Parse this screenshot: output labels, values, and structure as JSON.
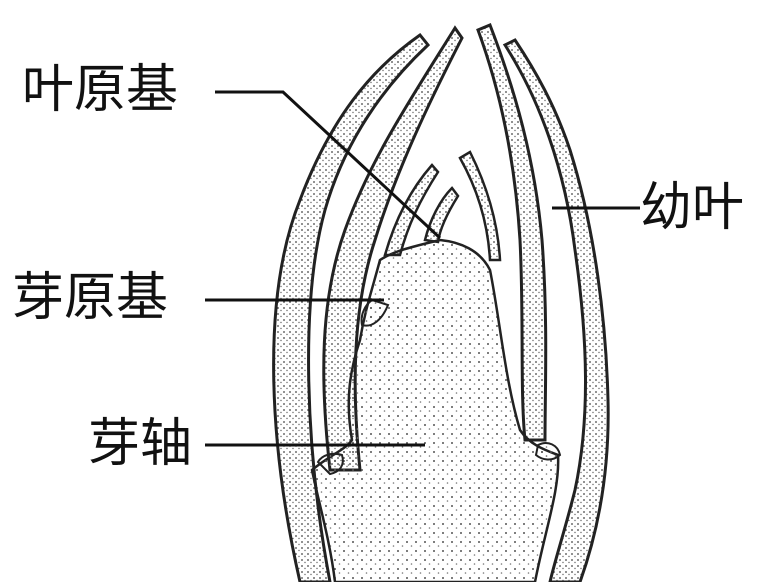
{
  "diagram": {
    "labels": {
      "leaf_primordium": "叶原基",
      "young_leaf": "幼叶",
      "bud_primordium": "芽原基",
      "bud_axis": "芽轴"
    }
  }
}
